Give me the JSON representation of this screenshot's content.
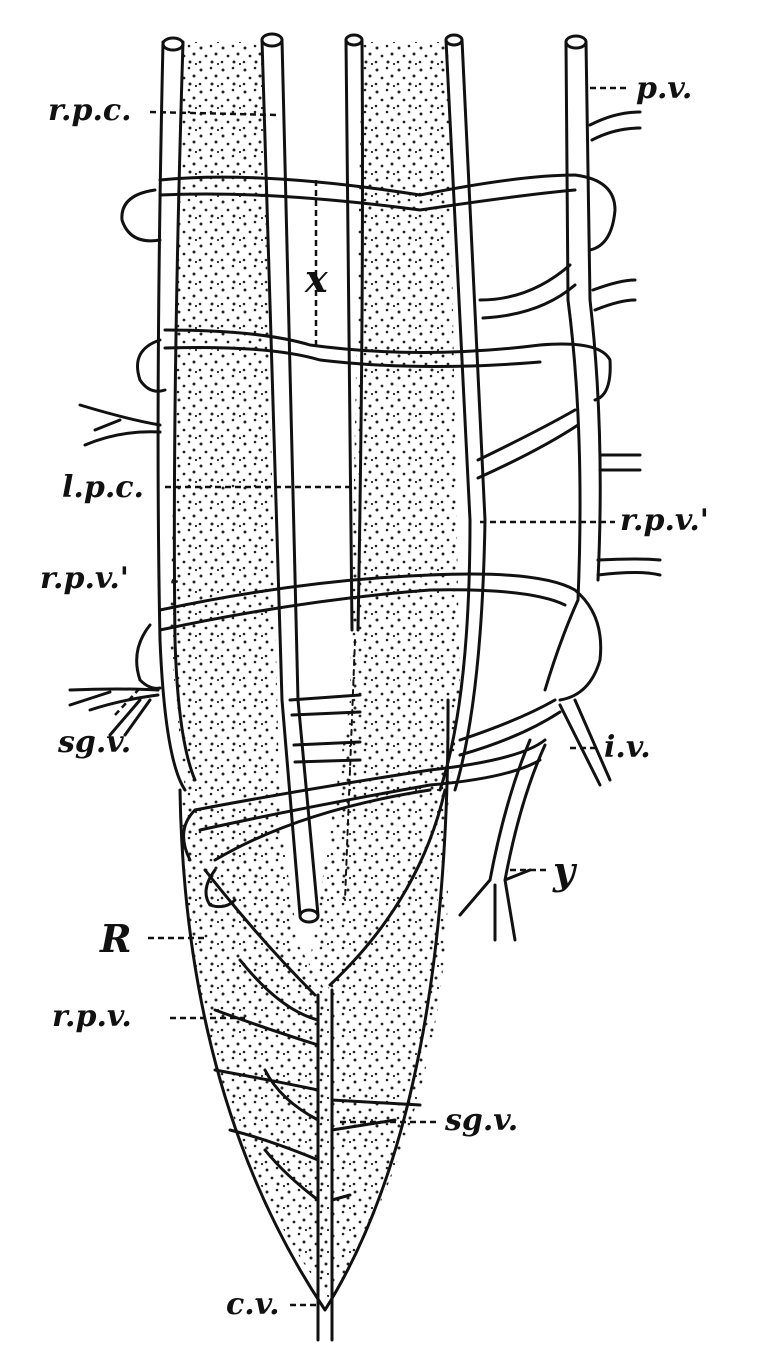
{
  "figure": {
    "labels": {
      "rpc": "r.p.c.",
      "pv": "p.v.",
      "x": "x",
      "lpc": "l.p.c.",
      "rpv_prime_right": "r.p.v.'",
      "rpv_prime_left": "r.p.v.'",
      "sgv_upper": "sg.v.",
      "iv": "i.v.",
      "y": "y",
      "R": "R",
      "rpv_lower": "r.p.v.",
      "sgv_lower": "sg.v.",
      "cv": "c.v."
    },
    "colors": {
      "ink": "#111111",
      "paper": "#ffffff"
    }
  }
}
